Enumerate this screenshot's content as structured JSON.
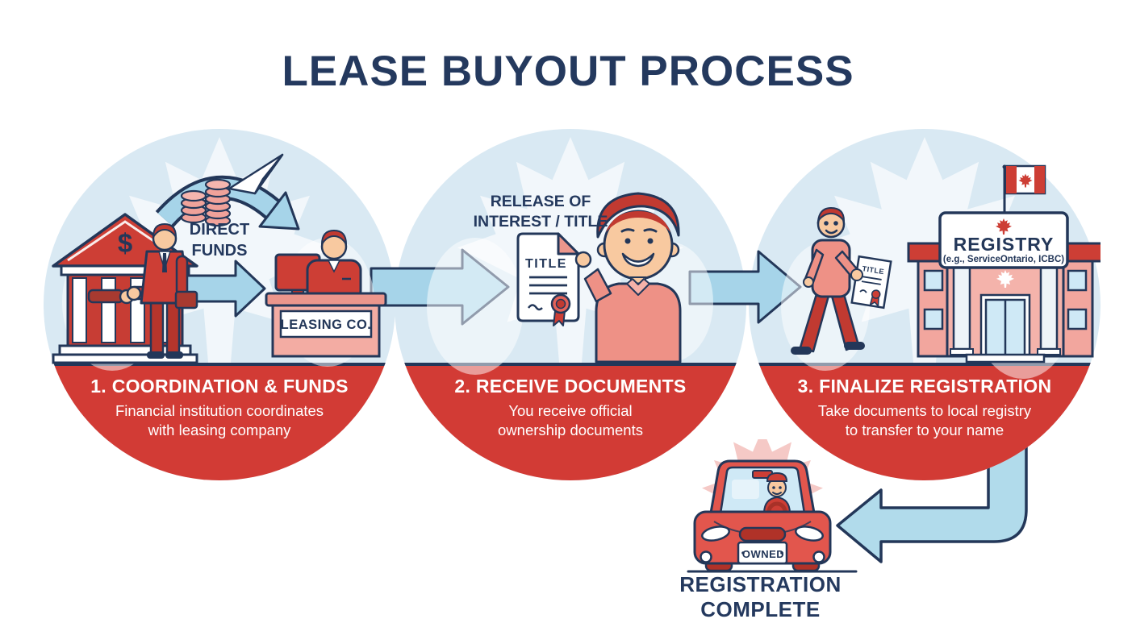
{
  "title": "LEASE BUYOUT PROCESS",
  "palette": {
    "navy": "#233759",
    "red": "#d23b35",
    "circle_blue": "#d9e9f3",
    "arrow_blue": "#a6d4e9",
    "salmon": "#ee9186",
    "skin": "#f8c9a0"
  },
  "steps": [
    {
      "heading": "1. COORDINATION & FUNDS",
      "description": [
        "Financial institution coordinates",
        "with leasing company"
      ],
      "bank_symbol": "$",
      "direct_funds_label": [
        "DIRECT",
        "FUNDS"
      ],
      "leasing_sign": "LEASING CO."
    },
    {
      "heading": "2. RECEIVE DOCUMENTS",
      "description": [
        "You receive official",
        "ownership documents"
      ],
      "release_label": [
        "RELEASE OF",
        "INTEREST / TITLE"
      ],
      "document_title": "TITLE"
    },
    {
      "heading": "3. FINALIZE REGISTRATION",
      "description": [
        "Take documents to local registry",
        "to transfer to your name"
      ],
      "registry_sign": "REGISTRY",
      "registry_sign_sub": "(e.g., ServiceOntario, ICBC)",
      "document_title": "TITLE"
    }
  ],
  "completion": {
    "label": "REGISTRATION COMPLETE",
    "license_plate": "OWNED"
  }
}
